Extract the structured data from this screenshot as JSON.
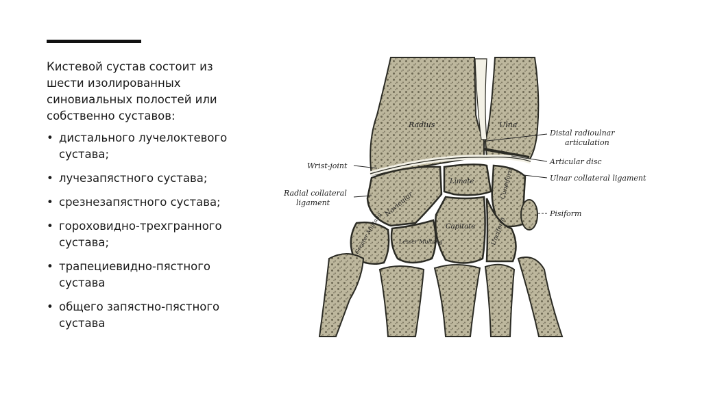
{
  "slide": {
    "intro": "Кистевой сустав состоит из шести изолированных синовиальных полостей или собственно суставов:",
    "items": [
      {
        "text": "дистального лучелоктевого сустава;"
      },
      {
        "text": "лучезапястного сустава;"
      },
      {
        "text": "срезнезапястного сустава;"
      },
      {
        "text": "гороховидно-трехгранного сустава;"
      },
      {
        "text": "трапециевидно-пястного сустава"
      },
      {
        "text": "общего запястно-пястного сустава"
      }
    ],
    "bullet": "•"
  },
  "figure": {
    "labels": {
      "wrist_joint": "Wrist-joint",
      "radial_collateral_1": "Radial collateral",
      "radial_collateral_2": "ligament",
      "distal_radioulnar_1": "Distal radioulnar",
      "distal_radioulnar_2": "articulation",
      "articular_disc": "Articular disc",
      "ulnar_collateral": "Ulnar collateral ligament",
      "pisiform": "Pisiform"
    },
    "bone_labels": {
      "radius": "Radius",
      "ulna": "Ulna",
      "lunate": "Lunate",
      "navicular": "Navicular",
      "capitate": "Capitate",
      "lesser_multang": "Lesser Multang",
      "greater_multang": "Greater Multang",
      "cuneiform": "Cuneiform",
      "unciform": "Unciform"
    },
    "colors": {
      "bone_fill": "#bdb79d",
      "bone_dark": "#6f6a55",
      "cartilage": "#f3f1e6",
      "outline": "#2b2b24"
    }
  }
}
